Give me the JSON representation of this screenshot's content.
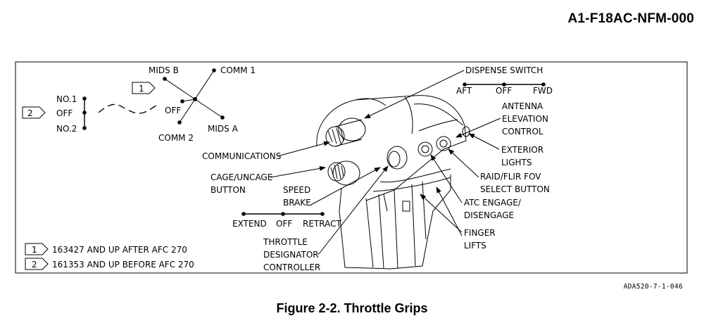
{
  "document_id": "A1-F18AC-NFM-000",
  "figure_caption": "Figure 2-2. Throttle Grips",
  "drawing_number": "ADA520-7-1-046",
  "switch_left": {
    "tag": "2",
    "positions": [
      "NO.1",
      "OFF",
      "NO.2"
    ]
  },
  "switch_top": {
    "tag": "1",
    "positions": {
      "mids_b": "MIDS B",
      "comm1": "COMM 1",
      "off": "OFF",
      "comm2": "COMM 2",
      "mids_a": "MIDS A"
    }
  },
  "dispense_switch": {
    "label": "DISPENSE SWITCH",
    "positions": [
      "AFT",
      "OFF",
      "FWD"
    ]
  },
  "speed_brake": {
    "label_line1": "SPEED",
    "label_line2": "BRAKE",
    "positions": [
      "EXTEND",
      "OFF",
      "RETRACT"
    ]
  },
  "callouts": {
    "communications": "COMMUNICATIONS",
    "cage_line1": "CAGE/UNCAGE",
    "cage_line2": "BUTTON",
    "antenna_line1": "ANTENNA",
    "antenna_line2": "ELEVATION",
    "antenna_line3": "CONTROL",
    "exterior_line1": "EXTERIOR",
    "exterior_line2": "LIGHTS",
    "raid_line1": "RAID/FLIR FOV",
    "raid_line2": "SELECT BUTTON",
    "atc_line1": "ATC ENGAGE/",
    "atc_line2": "DISENGAGE",
    "finger_line1": "FINGER",
    "finger_line2": "LIFTS",
    "tdc_line1": "THROTTLE",
    "tdc_line2": "DESIGNATOR",
    "tdc_line3": "CONTROLLER"
  },
  "legend": [
    {
      "tag": "1",
      "text": "163427 AND UP AFTER AFC 270"
    },
    {
      "tag": "2",
      "text": "161353 AND UP BEFORE AFC 270"
    }
  ]
}
